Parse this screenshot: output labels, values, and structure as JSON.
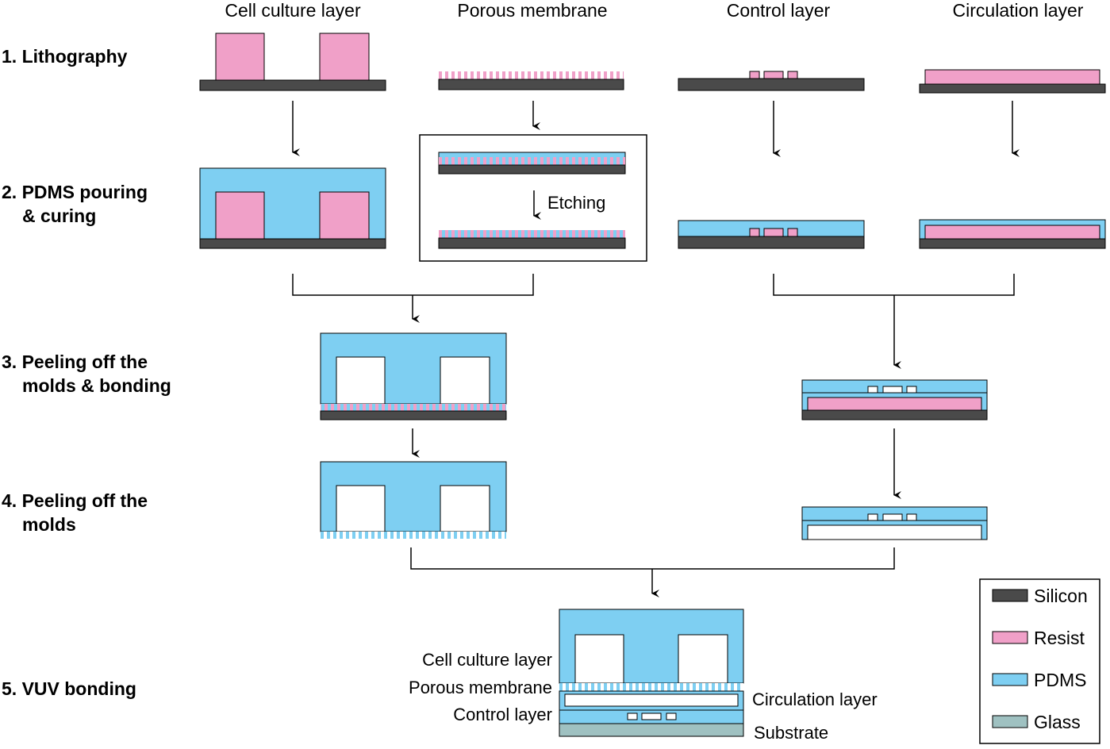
{
  "columns": [
    "Cell culture layer",
    "Porous membrane",
    "Control layer",
    "Circulation layer"
  ],
  "steps": [
    {
      "line1": "1. Lithography",
      "line2": ""
    },
    {
      "line1": "2. PDMS pouring",
      "line2": "& curing"
    },
    {
      "line1": "3. Peeling off the",
      "line2": "molds & bonding"
    },
    {
      "line1": "4. Peeling off the",
      "line2": "molds"
    },
    {
      "line1": "5. VUV bonding",
      "line2": ""
    }
  ],
  "etching_label": "Etching",
  "final_labels": {
    "cell_culture": "Cell culture layer",
    "porous_membrane": "Porous membrane",
    "control": "Control layer",
    "circulation": "Circulation layer",
    "substrate": "Substrate"
  },
  "legend": [
    {
      "label": "Silicon",
      "color": "#4a4a4a"
    },
    {
      "label": "Resist",
      "color": "#f0a0c8"
    },
    {
      "label": "PDMS",
      "color": "#7ecff2"
    },
    {
      "label": "Glass",
      "color": "#9fc1c1"
    }
  ]
}
